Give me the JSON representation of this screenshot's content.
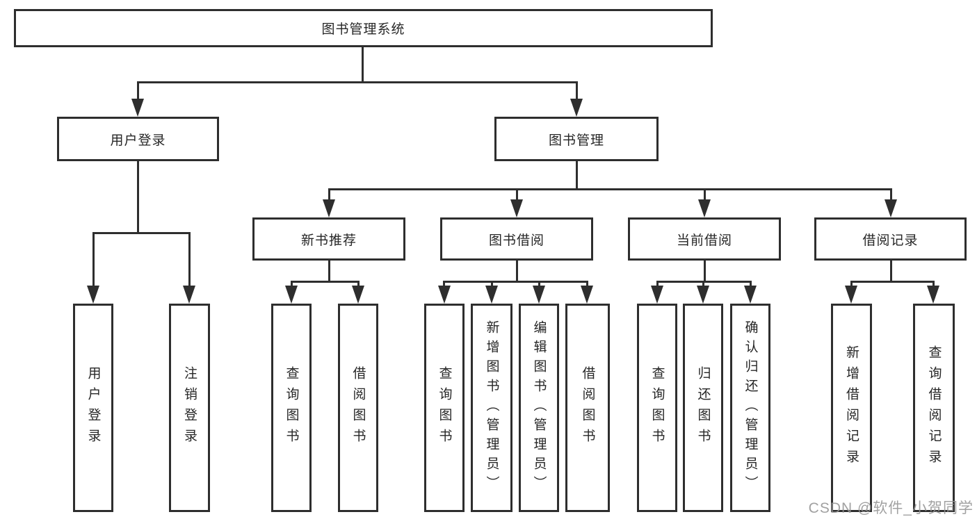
{
  "colors": {
    "line": "#2e2e2e",
    "text": "#262626",
    "background": "#ffffff",
    "watermark_gray": "#949494"
  },
  "tree": {
    "root": {
      "label": "图书管理系统",
      "children": [
        {
          "label": "用户登录",
          "children": [
            {
              "label": "用户登录"
            },
            {
              "label": "注销登录"
            }
          ]
        },
        {
          "label": "图书管理",
          "children": [
            {
              "label": "新书推荐",
              "children": [
                {
                  "label": "查询图书"
                },
                {
                  "label": "借阅图书"
                }
              ]
            },
            {
              "label": "图书借阅",
              "children": [
                {
                  "label": "查询图书"
                },
                {
                  "label": "新增图书（管理员）"
                },
                {
                  "label": "编辑图书（管理员）"
                },
                {
                  "label": "借阅图书"
                }
              ]
            },
            {
              "label": "当前借阅",
              "children": [
                {
                  "label": "查询图书"
                },
                {
                  "label": "归还图书"
                },
                {
                  "label": "确认归还（管理员）"
                }
              ]
            },
            {
              "label": "借阅记录",
              "children": [
                {
                  "label": "新增借阅记录"
                },
                {
                  "label": "查询借阅记录"
                }
              ]
            }
          ]
        }
      ]
    }
  },
  "watermark": {
    "text": "CSDN @软件_小贺同学"
  }
}
